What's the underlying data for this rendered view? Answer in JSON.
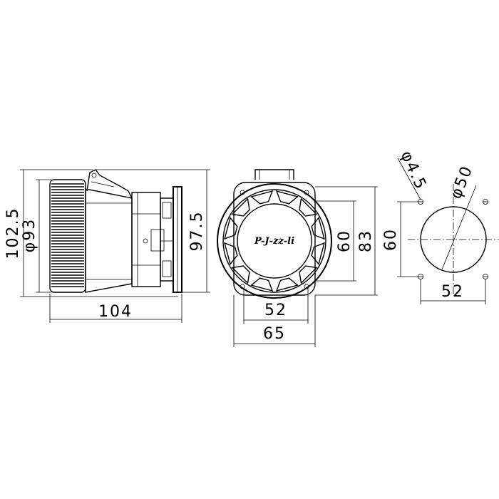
{
  "brand_logo": "P-J-zz-li",
  "side_view": {
    "dim_height_102_5": "102.5",
    "dim_diameter_93": "φ93",
    "dim_height_97_5": "97.5",
    "dim_length_104": "104"
  },
  "front_view": {
    "dim_height_60": "60",
    "dim_height_83": "83",
    "dim_width_52": "52",
    "dim_width_65": "65"
  },
  "cutout_view": {
    "dim_hole_4_5": "φ4.5",
    "dim_diameter_50": "φ50",
    "dim_height_60": "60",
    "dim_width_52": "52"
  }
}
